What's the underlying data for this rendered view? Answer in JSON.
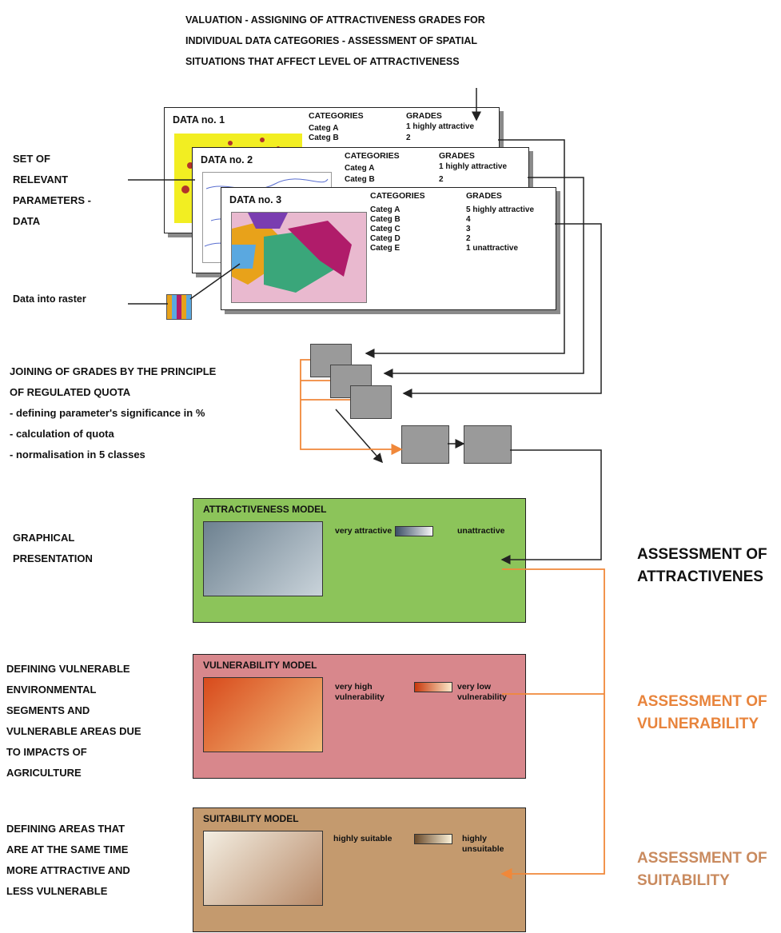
{
  "top_caption": [
    "VALUATION - ASSIGNING OF ATTRACTIVENESS GRADES FOR",
    "INDIVIDUAL DATA CATEGORIES - ASSESSMENT OF SPATIAL",
    "SITUATIONS THAT AFFECT LEVEL OF ATTRACTIVENESS"
  ],
  "left_labels": {
    "set_of_parameters": [
      "SET OF",
      "RELEVANT",
      "PARAMETERS -",
      "DATA"
    ],
    "data_into_raster": "Data into raster",
    "joining": [
      "JOINING OF GRADES BY THE PRINCIPLE",
      "OF REGULATED QUOTA",
      "- defining parameter's significance in %",
      "- calculation of quota",
      "- normalisation in 5 classes"
    ],
    "graphical": [
      "GRAPHICAL",
      "PRESENTATION"
    ],
    "vulnerable": [
      "DEFINING VULNERABLE",
      "ENVIRONMENTAL",
      "SEGMENTS AND",
      "VULNERABLE AREAS DUE",
      "TO IMPACTS OF",
      "AGRICULTURE"
    ],
    "suitable": [
      "DEFINING AREAS THAT",
      "ARE AT THE SAME TIME",
      "MORE ATTRACTIVE AND",
      "LESS VULNERABLE"
    ]
  },
  "data_cards": {
    "card1": {
      "title": "DATA no. 1",
      "categories_header": "CATEGORIES",
      "grades_header": "GRADES",
      "rows": [
        "Categ A",
        "Categ B"
      ],
      "grades": [
        "1 highly attractive",
        "2"
      ]
    },
    "card2": {
      "title": "DATA no. 2",
      "categories_header": "CATEGORIES",
      "grades_header": "GRADES",
      "rows": [
        "Categ A",
        "Categ B"
      ],
      "grades": [
        "1 highly attractive",
        "2"
      ]
    },
    "card3": {
      "title": "DATA no. 3",
      "categories_header": "CATEGORIES",
      "grades_header": "GRADES",
      "rows": [
        "Categ A",
        "Categ B",
        "Categ C",
        "Categ D",
        "Categ E"
      ],
      "grades": [
        "5 highly attractive",
        "4",
        "3",
        "2",
        "1 unattractive"
      ]
    }
  },
  "models": {
    "attractiveness": {
      "title": "ATTRACTIVENESS MODEL",
      "legend_high": "very attractive",
      "legend_low": "unattractive",
      "color": "#8cc45a"
    },
    "vulnerability": {
      "title": "VULNERABILITY MODEL",
      "legend_high": [
        "very high",
        "vulnerability"
      ],
      "legend_low": [
        "very low",
        "vulnerability"
      ],
      "color": "#d8878c"
    },
    "suitability": {
      "title": "SUITABILITY MODEL",
      "legend_high": "highly suitable",
      "legend_low": [
        "highly",
        "unsuitable"
      ],
      "color": "#c49a6e"
    }
  },
  "assessments": {
    "attractiveness": [
      "ASSESSMENT OF",
      "ATTRACTIVENES"
    ],
    "vulnerability": [
      "ASSESSMENT OF",
      "VULNERABILITY"
    ],
    "suitability": [
      "ASSESSMENT OF",
      "SUITABILITY"
    ]
  },
  "colors": {
    "accent_orange": "#f0883a",
    "assess_orange": "#e8843c",
    "assess_brown": "#c98a5e",
    "arrow_dark": "#222222"
  }
}
